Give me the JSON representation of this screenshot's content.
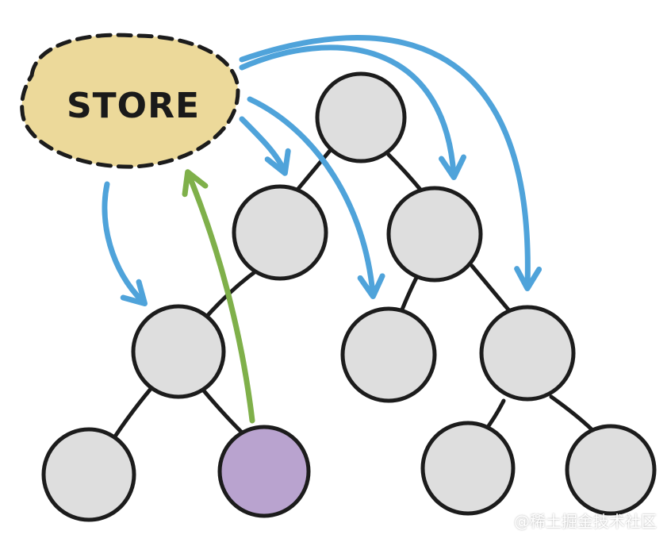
{
  "store": {
    "label": "STORE"
  },
  "watermark": {
    "text": "@稀土掘金技术社区"
  },
  "colors": {
    "store_fill": "#ecd99a",
    "node_fill": "#dedede",
    "node_stroke": "#1c1c1c",
    "active_node_fill": "#b9a3cf",
    "store_to_node_arrow": "#4fa3da",
    "node_to_store_arrow": "#7fb04a"
  },
  "tree": {
    "nodes": [
      {
        "id": "root",
        "state": "default"
      },
      {
        "id": "l1-left",
        "state": "default"
      },
      {
        "id": "l1-right",
        "state": "default"
      },
      {
        "id": "l2-left",
        "state": "default"
      },
      {
        "id": "l2-mid",
        "state": "default"
      },
      {
        "id": "l2-right",
        "state": "default"
      },
      {
        "id": "l3-a",
        "state": "default"
      },
      {
        "id": "l3-b",
        "state": "active"
      },
      {
        "id": "l3-c",
        "state": "default"
      },
      {
        "id": "l3-d",
        "state": "default"
      }
    ],
    "edges": [
      [
        "root",
        "l1-left"
      ],
      [
        "root",
        "l1-right"
      ],
      [
        "l1-left",
        "l2-left"
      ],
      [
        "l1-right",
        "l2-mid"
      ],
      [
        "l1-right",
        "l2-right"
      ],
      [
        "l2-left",
        "l3-a"
      ],
      [
        "l2-left",
        "l3-b"
      ],
      [
        "l2-right",
        "l3-c"
      ],
      [
        "l2-right",
        "l3-d"
      ]
    ]
  },
  "flows": {
    "store_to_nodes": [
      "l2-left",
      "l1-left",
      "l2-mid",
      "l1-right",
      "l2-right"
    ],
    "node_to_store": [
      "l3-b"
    ]
  }
}
